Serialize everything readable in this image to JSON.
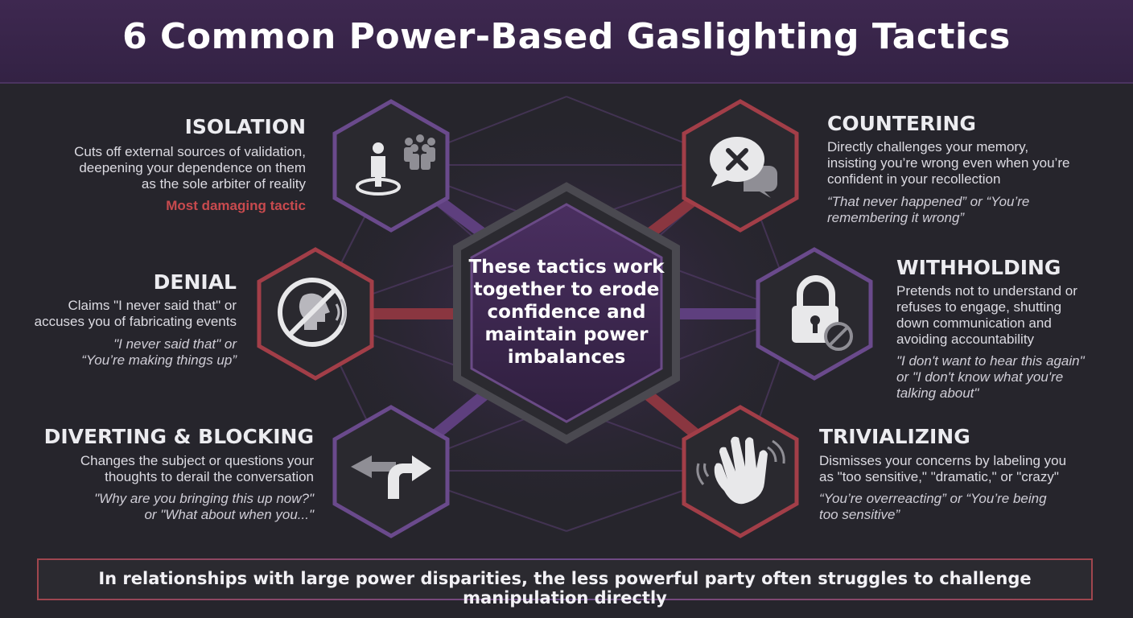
{
  "title": "6 Common Power-Based Gaslighting Tactics",
  "center": {
    "text": "These tactics work together to erode confidence and maintain power imbalances"
  },
  "colors": {
    "purple_accent": "#6b4690",
    "red_accent": "#a43f47",
    "background": "#26252c",
    "title_bar": "#3b2650",
    "highlight_red": "#c84a4e"
  },
  "tactics": {
    "isolation": {
      "title": "ISOLATION",
      "desc": [
        "Cuts off external sources of validation,",
        "deepening your dependence on them",
        "as the sole arbiter of reality"
      ],
      "note": "Most damaging tactic",
      "icon": "isolated-person-icon"
    },
    "countering": {
      "title": "COUNTERING",
      "desc": [
        "Directly challenges your memory,",
        "insisting you’re wrong even when you’re",
        "confident in your recollection"
      ],
      "quote": [
        "“That never happened” or “You’re",
        "remembering it wrong”"
      ],
      "icon": "speech-bubble-x-icon"
    },
    "denial": {
      "title": "DENIAL",
      "desc": [
        "Claims \"I never said that\" or",
        "accuses you of fabricating events"
      ],
      "quote": [
        "\"I never said that\" or",
        "“You’re making things up”"
      ],
      "icon": "no-speaking-icon"
    },
    "withholding": {
      "title": "WITHHOLDING",
      "desc": [
        "Pretends not to understand or",
        "refuses to engage, shutting",
        "down communication and",
        "avoiding accountability"
      ],
      "quote": [
        "\"I don't want to hear this again\"",
        "or \"I don't know what you're",
        "talking about\""
      ],
      "icon": "padlock-blocked-icon"
    },
    "diverting": {
      "title": "DIVERTING & BLOCKING",
      "desc": [
        "Changes the subject or questions your",
        "thoughts to derail the conversation"
      ],
      "quote": [
        "\"Why are you bringing this up now?\"",
        "or \"What about when you...\""
      ],
      "icon": "diverging-arrows-icon"
    },
    "trivializing": {
      "title": "TRIVIALIZING",
      "desc": [
        "Dismisses your concerns by labeling you",
        "as \"too sensitive,\" \"dramatic,\" or \"crazy\""
      ],
      "quote": [
        "“You’re overreacting” or “You’re being",
        "too sensitive”"
      ],
      "icon": "waving-hand-icon"
    }
  },
  "footer": "In relationships with large power disparities, the less powerful party often struggles to challenge manipulation directly"
}
